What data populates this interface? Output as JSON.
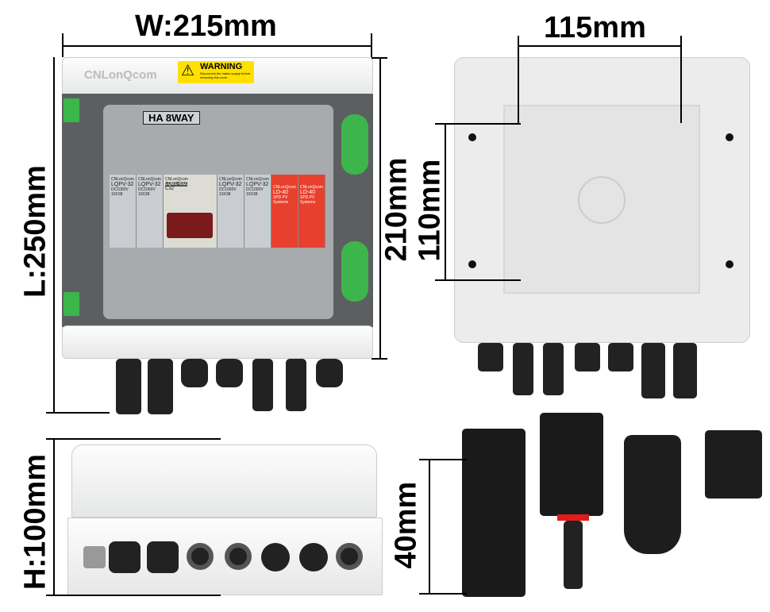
{
  "dimensions": {
    "width": "W:215mm",
    "length": "L:250mm",
    "height": "H:100mm",
    "mount_width": "115mm",
    "inner_length": "210mm",
    "mount_height": "110mm",
    "connector": "40mm"
  },
  "front": {
    "brand": "CNLonQcom",
    "warning_title": "WARNING",
    "warning_text": "Disconnect the mains supply before removing this cover",
    "model": "HA 8WAY",
    "modules": [
      {
        "brand": "CNLonQcom",
        "model": "LQPV-32",
        "spec": "DC1000V 10X38"
      },
      {
        "brand": "CNLonQcom",
        "model": "LQPV-32",
        "spec": "DC1000V 10X38"
      },
      {
        "brand": "CNLonQcom",
        "model": "LQB1-63Z",
        "spec": "C32"
      },
      {
        "brand": "CNLonQcom",
        "model": "LQPV-32",
        "spec": "DC1000V 10X38"
      },
      {
        "brand": "CNLonQcom",
        "model": "LQPV-32",
        "spec": "DC1000V 10X38"
      },
      {
        "brand": "CNLonQcom",
        "model": "LD-40",
        "spec": "SPD PV Systems"
      },
      {
        "brand": "CNLonQcom",
        "model": "LD-40",
        "spec": "SPD PV Systems"
      }
    ]
  },
  "colors": {
    "spd": "#e8402e",
    "isolator": "#8b1a1a",
    "green": "#3cb54a",
    "warning": "#ffe100"
  }
}
